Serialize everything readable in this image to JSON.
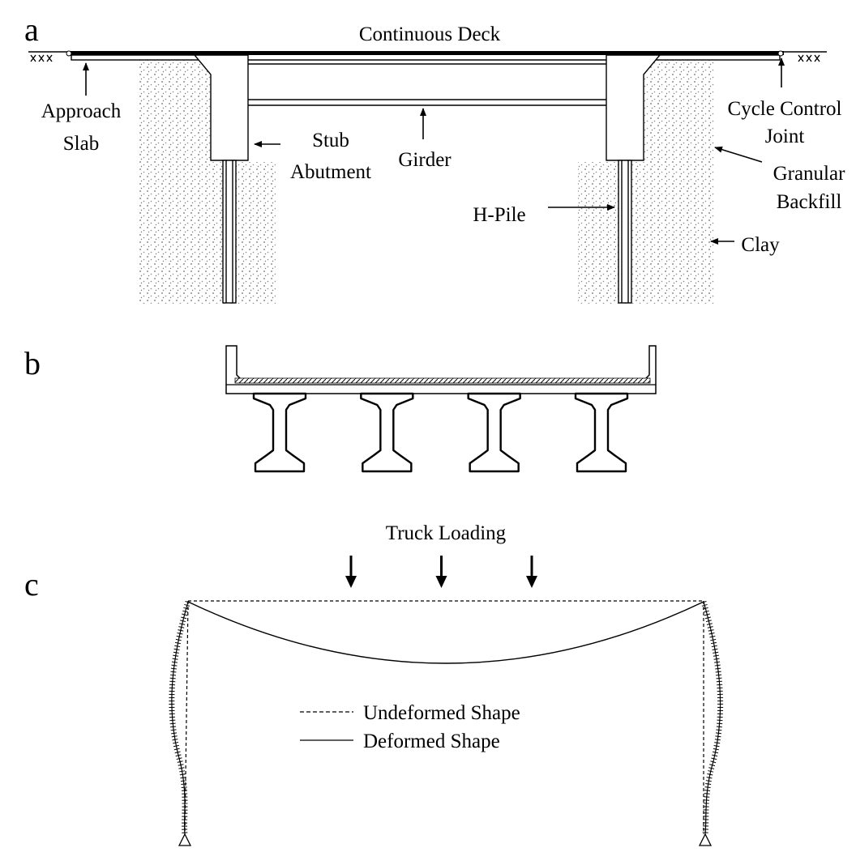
{
  "panels": {
    "a": {
      "letter": "a",
      "labels": {
        "continuous_deck": "Continuous Deck",
        "approach": "Approach",
        "slab": "Slab",
        "stub": "Stub",
        "abutment": "Abutment",
        "girder": "Girder",
        "cycle_control": "Cycle Control",
        "joint": "Joint",
        "granular": "Granular",
        "backfill": "Backfill",
        "h_pile": "H-Pile",
        "clay": "Clay"
      }
    },
    "b": {
      "letter": "b",
      "girder_count": 4
    },
    "c": {
      "letter": "c",
      "labels": {
        "truck_loading": "Truck Loading",
        "undeformed": "Undeformed Shape",
        "deformed": "Deformed Shape"
      },
      "load_arrow_count": 3
    }
  },
  "colors": {
    "ink": "#000000",
    "paper": "#ffffff",
    "soil_dot": "#6e6e6e"
  }
}
